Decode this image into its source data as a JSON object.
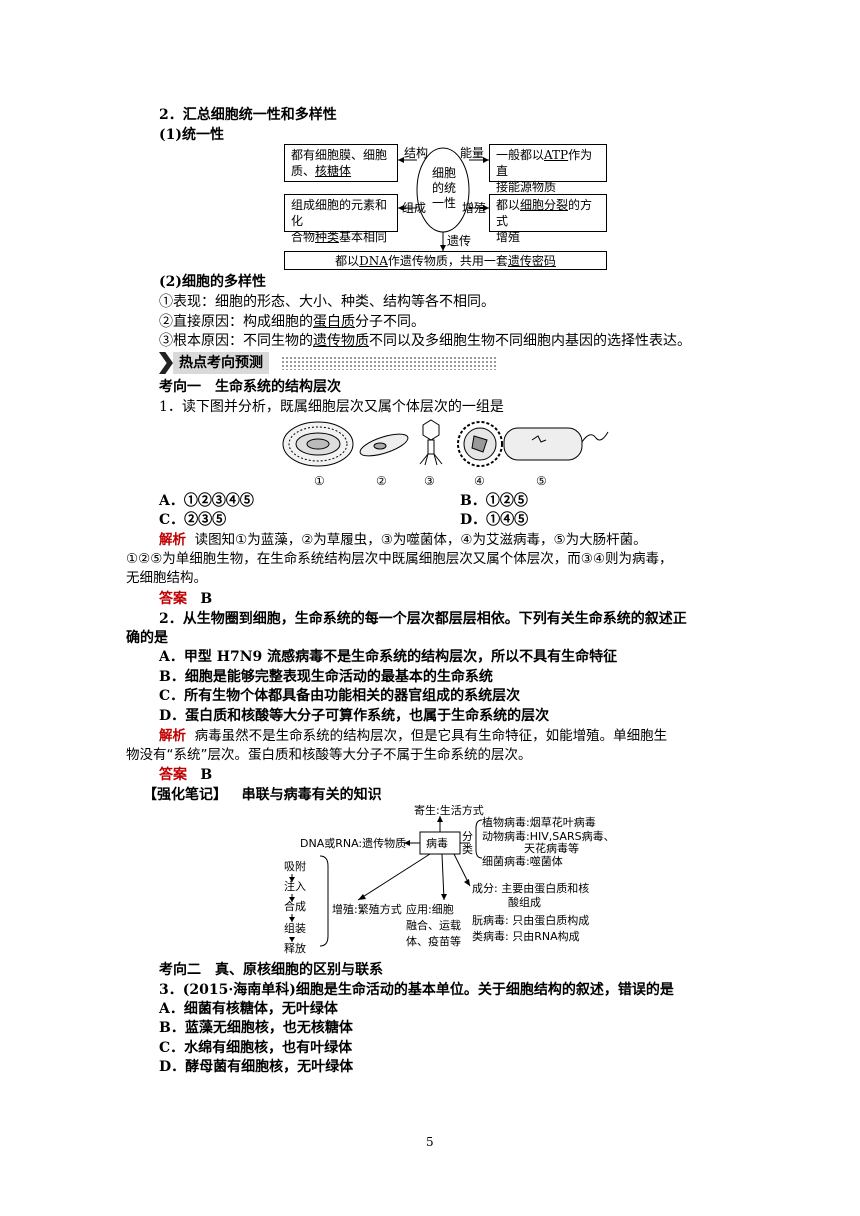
{
  "section2": {
    "title": "2．汇总细胞统一性和多样性",
    "unity_title": "(1)统一性",
    "diagram1": {
      "box_tl": "都有细胞膜、细胞质、核糖体",
      "box_tl_a": "都有细胞膜、细胞",
      "box_tl_b": "质、",
      "box_tl_c": "核糖体",
      "box_tr_a": "一般都以",
      "box_tr_b": "ATP",
      "box_tr_c": "作为直",
      "box_tr_d": "接能源物质",
      "box_bl_a": "组成细胞的元素和化",
      "box_bl_b": "合物",
      "box_bl_c": "种类",
      "box_bl_d": "基本相同",
      "box_br_a": "都以",
      "box_br_b": "细胞分裂",
      "box_br_c": "的方式",
      "box_br_d": "增殖",
      "center_a": "细胞",
      "center_b": "的统",
      "center_c": "一性",
      "lbl_structure": "结构",
      "lbl_energy": "能量",
      "lbl_composition": "组成",
      "lbl_proliferation": "增殖",
      "lbl_heredity": "遗传",
      "bottom_a": "都以",
      "bottom_b": "DNA",
      "bottom_c": "作遗传物质，共用一套",
      "bottom_d": "遗传密码"
    },
    "diversity_title": "(2)细胞的多样性",
    "div1": "①表现：细胞的形态、大小、种类、结构等各不相同。",
    "div2_a": "②直接原因：构成细胞的",
    "div2_b": "蛋白质",
    "div2_c": "分子不同。",
    "div3_a": "③根本原因：不同生物的",
    "div3_b": "遗传物质",
    "div3_c": "不同以及多细胞生物不同细胞内基因的选择性表达。"
  },
  "banner": "热点考向预测",
  "dir1": {
    "title": "考向一　生命系统的结构层次",
    "q1": "1．读下图并分析，既属细胞层次又属个体层次的一组是",
    "labels": [
      "①",
      "②",
      "③",
      "④",
      "⑤"
    ],
    "optA": "A．①②③④⑤",
    "optB": "B．①②⑤",
    "optC": "C．②③⑤",
    "optD": "D．①④⑤",
    "jiexi_label": "解析",
    "jiexi1": "读图知①为蓝藻，②为草履虫，③为噬菌体，④为艾滋病毒，⑤为大肠杆菌。",
    "jiexi2": "①②⑤为单细胞生物，在生命系统结构层次中既属细胞层次又属个体层次，而③④则为病毒，",
    "jiexi3": "无细胞结构。",
    "answer_label": "答案",
    "answer": "B",
    "q2_a": "2．从生物圈到细胞，生命系统的每一个层次都层层相依。下列有关生命系统的叙述正",
    "q2_b": "确的是",
    "q2A": "A．甲型 H7N9 流感病毒不是生命系统的结构层次，所以不具有生命特征",
    "q2B": "B．细胞是能够完整表现生命活动的最基本的生命系统",
    "q2C": "C．所有生物个体都具备由功能相关的器官组成的系统层次",
    "q2D": "D．蛋白质和核酸等大分子可算作系统，也属于生命系统的层次",
    "jiexi2_1": "病毒虽然不是生命系统的结构层次，但是它具有生命特征，如能增殖。单细胞生",
    "jiexi2_2": "物没有“系统”层次。蛋白质和核酸等大分子不属于生命系统的层次。",
    "answer2": "B",
    "note_label": "【强化笔记】",
    "note_title": "串联与病毒有关的知识"
  },
  "virus": {
    "center": "病毒",
    "parasite": "寄生:生活方式",
    "material": "DNA或RNA:遗传物质",
    "classify_a": "分",
    "classify_b": "类",
    "plant": "植物病毒:烟草花叶病毒",
    "animal_a": "动物病毒:HIV,SARS病毒、",
    "animal_b": "天花病毒等",
    "bacterial": "细菌病毒:噬菌体",
    "steps": [
      "吸附",
      "注入",
      "合成",
      "组装",
      "释放"
    ],
    "proliferate": "增殖:繁殖方式",
    "apply_a": "应用:细胞",
    "apply_b": "融合、运载",
    "apply_c": "体、疫苗等",
    "comp_a": "成分: 主要由蛋白质和核",
    "comp_b": "酸组成",
    "prion": "朊病毒: 只由蛋白质构成",
    "viroid": "类病毒: 只由RNA构成"
  },
  "dir2": {
    "title": "考向二　真、原核细胞的区别与联系",
    "q3": "3．(2015·海南单科)细胞是生命活动的基本单位。关于细胞结构的叙述，错误的是",
    "A": "A．细菌有核糖体，无叶绿体",
    "B": "B．蓝藻无细胞核，也无核糖体",
    "C": "C．水绵有细胞核，也有叶绿体",
    "D": "D．酵母菌有细胞核，无叶绿体"
  },
  "page_number": "5"
}
